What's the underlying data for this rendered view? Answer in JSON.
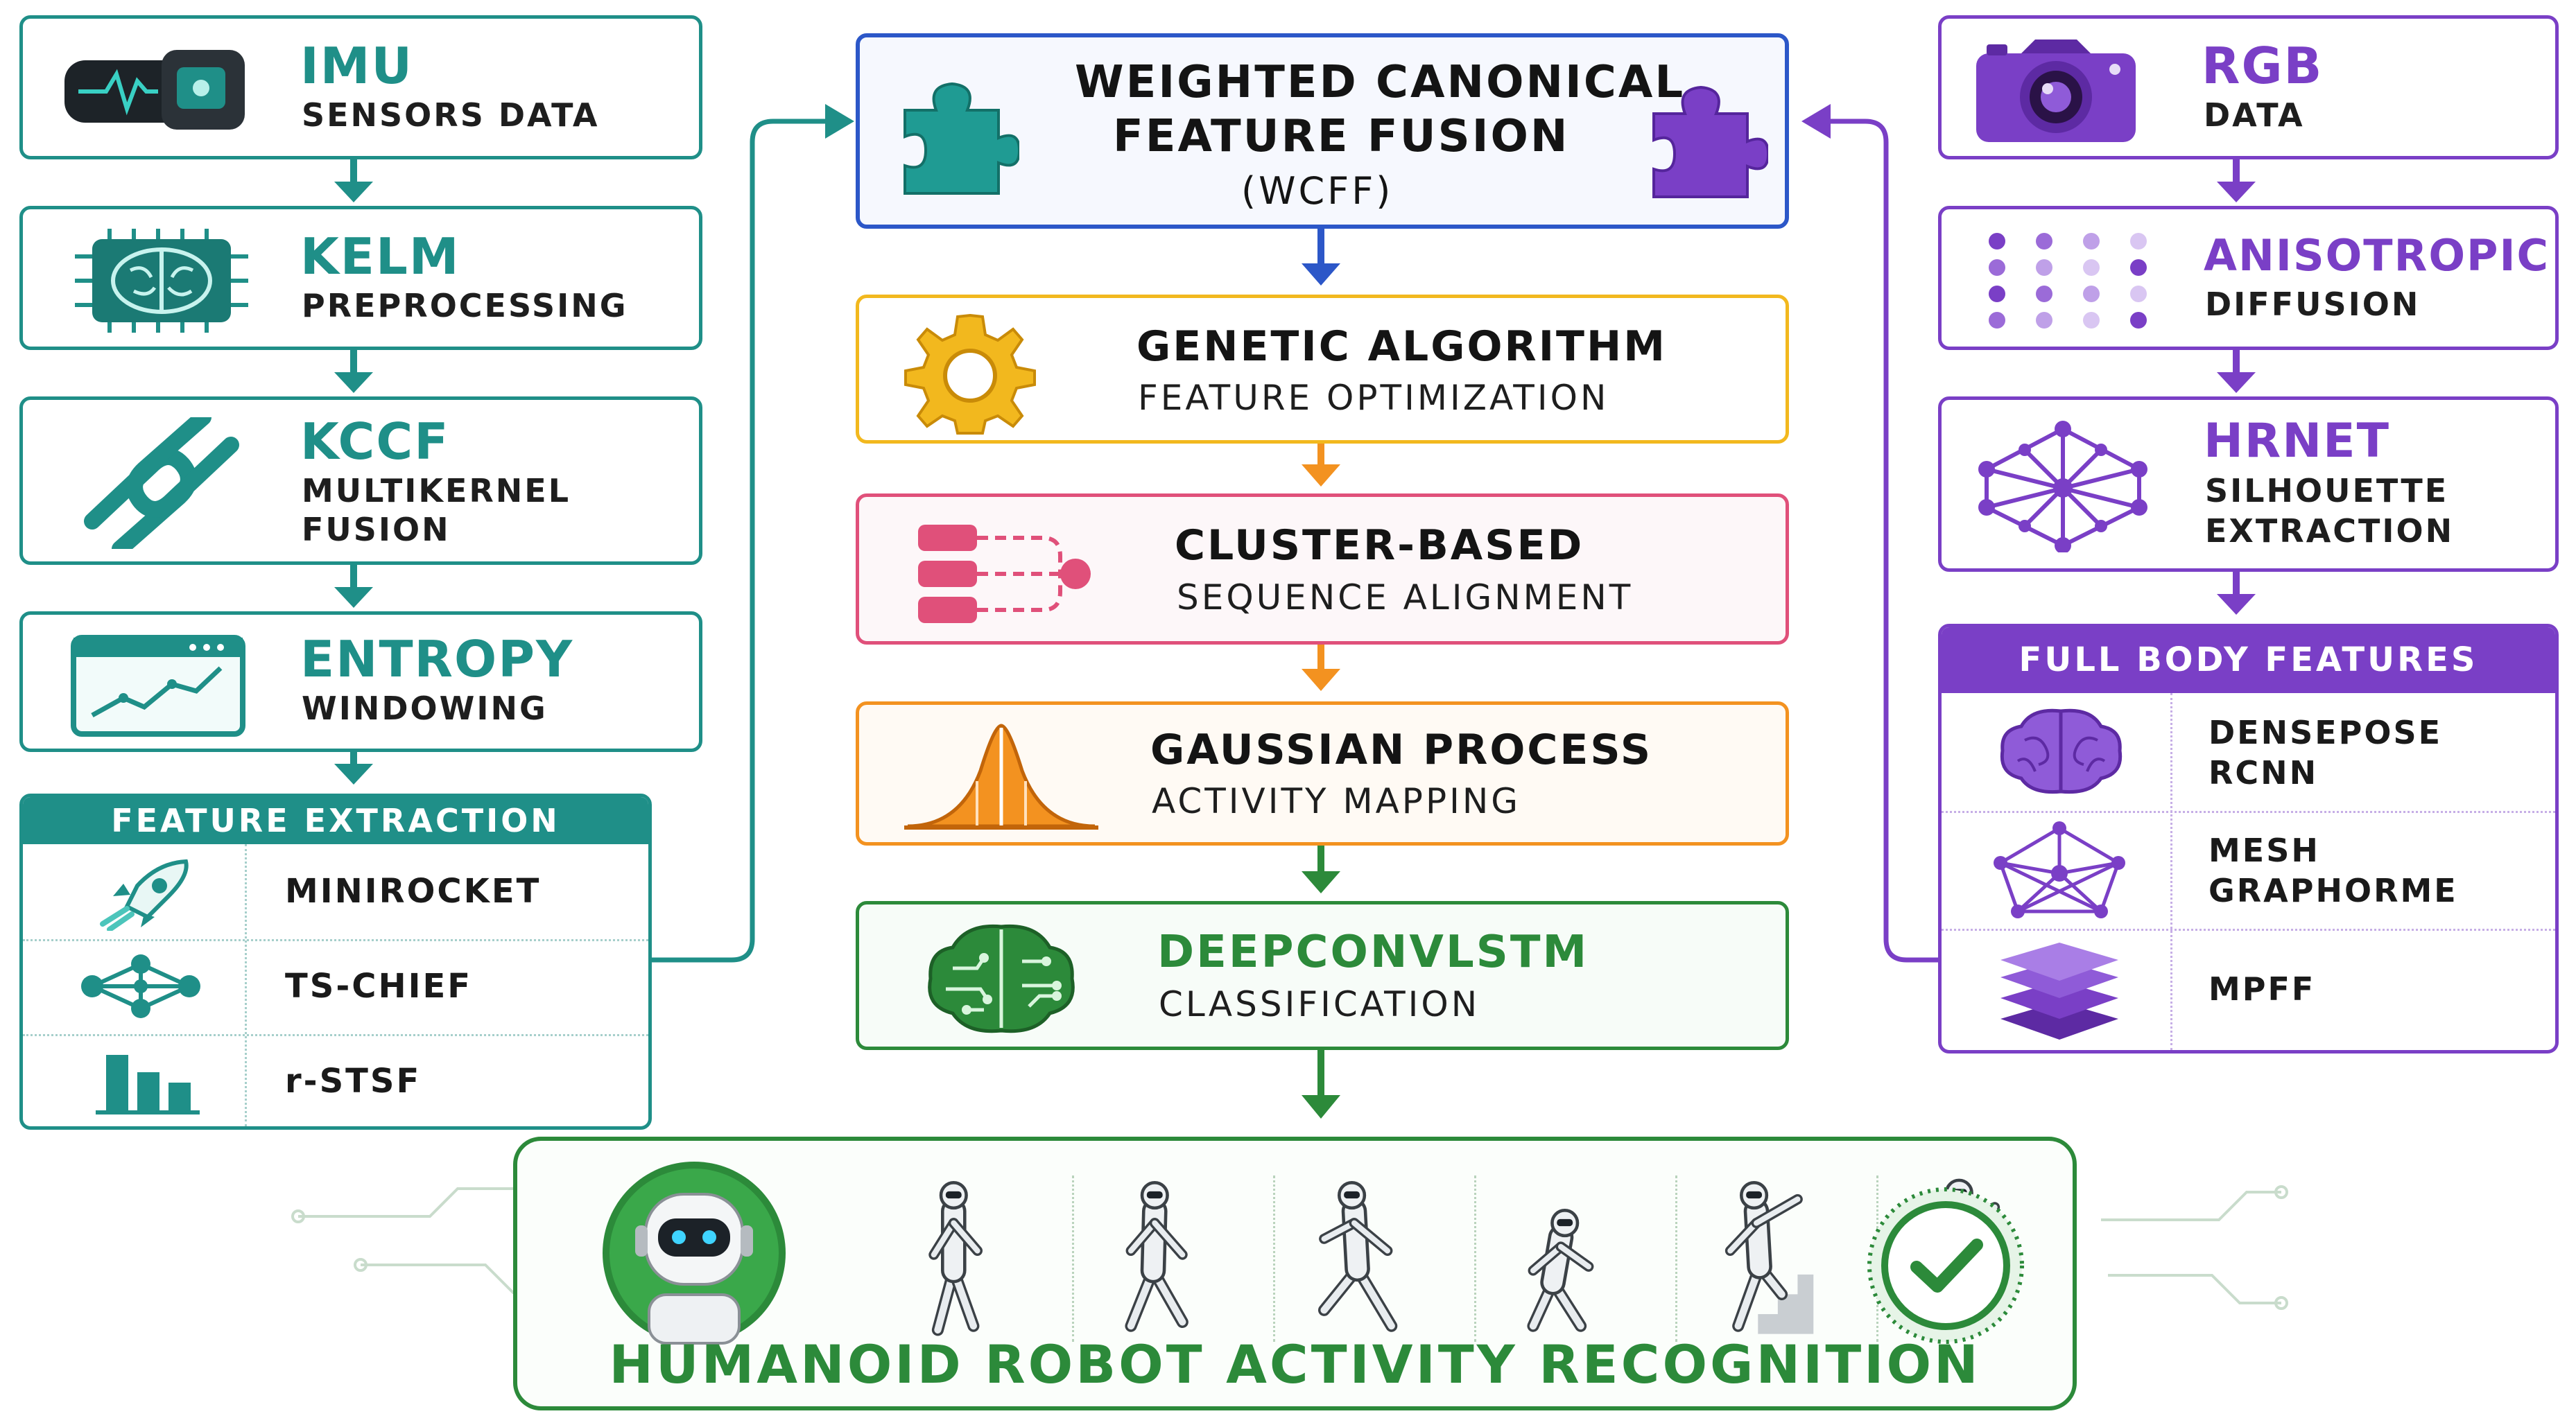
{
  "colors": {
    "teal": "#1f8f88",
    "purple": "#7a3fc6",
    "blue": "#2c57c8",
    "orange": "#f39220",
    "pink": "#e0507a",
    "green": "#2c8a3a",
    "yellow": "#f2b81e"
  },
  "left": {
    "imu": {
      "title": "IMU",
      "subtitle": "SENSORS DATA",
      "icon": "imu-sensor-icon"
    },
    "kelm": {
      "title": "KELM",
      "subtitle": "PREPROCESSING",
      "icon": "brain-chip-icon"
    },
    "kccf": {
      "title": "KCCF",
      "subtitle_line1": "MULTIKERNEL",
      "subtitle_line2": "FUSION",
      "icon": "chain-link-icon"
    },
    "entropy": {
      "title": "ENTROPY",
      "subtitle": "WINDOWING",
      "icon": "trend-window-icon"
    },
    "feature_extraction": {
      "title": "FEATURE EXTRACTION",
      "items": [
        {
          "label": "MINIROCKET",
          "icon": "rocket-icon"
        },
        {
          "label": "TS-CHIEF",
          "icon": "network-icon"
        },
        {
          "label": "r-STSF",
          "icon": "bar-chart-icon"
        }
      ]
    }
  },
  "center": {
    "wcff": {
      "line1": "WEIGHTED CANONICAL",
      "line2": "FEATURE FUSION",
      "line3": "(WCFF)",
      "icon_left": "teal-puzzle-icon",
      "icon_right": "purple-puzzle-icon"
    },
    "ga": {
      "title": "GENETIC ALGORITHM",
      "subtitle": "FEATURE OPTIMIZATION",
      "icon": "gear-icon"
    },
    "cluster": {
      "title": "CLUSTER-BASED",
      "subtitle": "SEQUENCE ALIGNMENT",
      "icon": "sequence-alignment-icon"
    },
    "gaussian": {
      "title": "GAUSSIAN PROCESS",
      "subtitle": "ACTIVITY MAPPING",
      "icon": "bell-curve-icon"
    },
    "deepconv": {
      "title": "DEEPCONVLSTM",
      "subtitle": "CLASSIFICATION",
      "icon": "circuit-brain-icon"
    }
  },
  "right": {
    "rgb": {
      "title": "RGB",
      "subtitle": "DATA",
      "icon": "camera-icon"
    },
    "anisotropic": {
      "title": "ANISOTROPIC",
      "subtitle": "DIFFUSION",
      "icon": "dot-grid-icon"
    },
    "hrnet": {
      "title": "HRNET",
      "subtitle_line1": "SILHOUETTE",
      "subtitle_line2": "EXTRACTION",
      "icon": "lattice-icon"
    },
    "full_body": {
      "title": "FULL BODY FEATURES",
      "items": [
        {
          "label_line1": "DENSEPOSE",
          "label_line2": "RCNN",
          "icon": "brain-icon"
        },
        {
          "label_line1": "MESH",
          "label_line2": "GRAPHORME",
          "icon": "mesh-graph-icon"
        },
        {
          "label_line1": "MPFF",
          "label_line2": "",
          "icon": "layers-icon"
        }
      ]
    }
  },
  "bottom": {
    "title": "HUMANOID ROBOT ACTIVITY RECOGNITION",
    "icons": [
      "robot-head-icon",
      "robot-walking-icon",
      "robot-striding-icon",
      "robot-running-icon",
      "robot-crouching-icon",
      "robot-climbing-stairs-icon",
      "robot-standing-icon",
      "check-badge-icon"
    ]
  }
}
